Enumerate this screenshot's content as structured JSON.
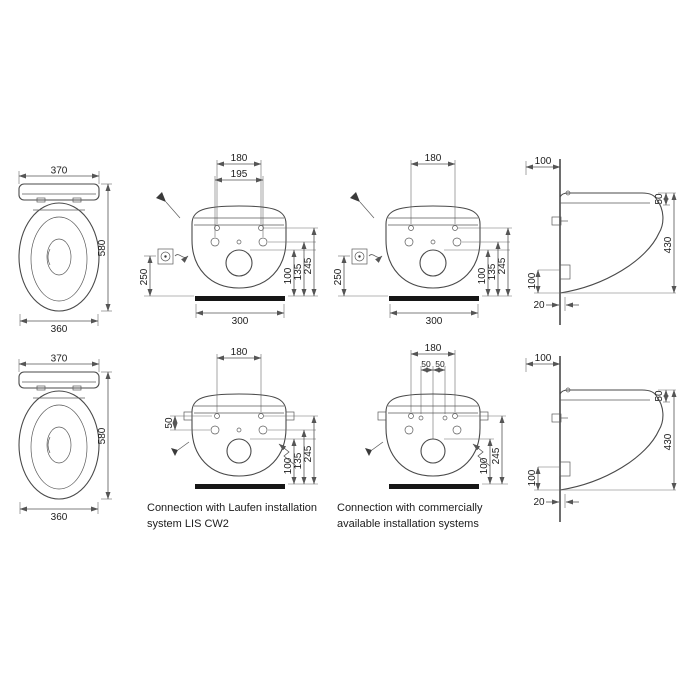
{
  "colors": {
    "background": "#ffffff",
    "line": "#4a4a4a",
    "dimension_line": "#555555",
    "text": "#1c1c1c",
    "section_bar": "#161616"
  },
  "captions": {
    "laufen": "Connection with Laufen installation system LIS CW2",
    "commercial": "Connection with commercially available installation systems"
  },
  "plan_top": {
    "width_top": "370",
    "depth": "580",
    "width_bottom": "360"
  },
  "plan_bottom": {
    "width_top": "370",
    "depth": "580",
    "width_bottom": "360"
  },
  "front_top_left": {
    "spacing_180": "180",
    "spacing_195": "195",
    "height_100": "100",
    "height_135": "135",
    "height_245": "245",
    "height_250": "250",
    "width_300": "300"
  },
  "front_top_right": {
    "spacing_180": "180",
    "height_100": "100",
    "height_135": "135",
    "height_245": "245",
    "height_250": "250",
    "width_300": "300"
  },
  "front_bottom_left": {
    "spacing_180": "180",
    "offset_50": "50",
    "height_100": "100",
    "height_135": "135",
    "height_245": "245"
  },
  "front_bottom_right": {
    "spacing_180": "180",
    "offset_left_50": "50",
    "offset_right_50": "50",
    "height_100": "100",
    "height_245": "245"
  },
  "side_top": {
    "depth_100": "100",
    "top_50": "50",
    "height_430": "430",
    "outlet_100": "100",
    "offset_20": "20"
  },
  "side_bottom": {
    "depth_100": "100",
    "top_50": "50",
    "height_430": "430",
    "outlet_100": "100",
    "offset_20": "20"
  }
}
